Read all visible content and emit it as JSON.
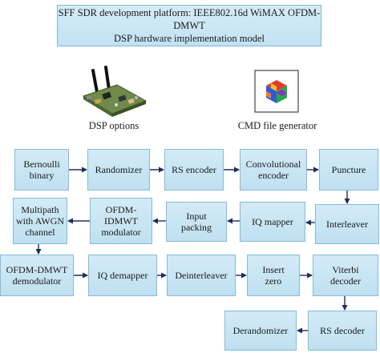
{
  "title": {
    "line1": "SFF SDR development platform: IEEE802.16d WiMAX OFDM-DMWT",
    "line2": "DSP hardware implementation model"
  },
  "dsp_options": {
    "caption": "DSP options",
    "icon": "dsp-board-icon"
  },
  "cmd_generator": {
    "caption": "CMD file generator",
    "icon": "cube-logo-icon"
  },
  "row1": {
    "bernoulli": "Bernoulli\nbinary",
    "randomizer": "Randomizer",
    "rs_encoder": "RS encoder",
    "conv_encoder": "Convolutional\nencoder",
    "puncture": "Puncture"
  },
  "row2": {
    "multipath": "Multipath\nwith AWGN\nchannel",
    "ofdm_idmwt": "OFDM-\nIDMWT\nmodulator",
    "input_packing": "Input\npacking",
    "iq_mapper": "IQ mapper",
    "interleaver": "Interleaver"
  },
  "row3": {
    "ofdm_dmwt_demod": "OFDM-DMWT\ndemodulator",
    "iq_demapper": "IQ demapper",
    "deinterleaver": "Deinterleaver",
    "insert_zero": "Insert\nzero",
    "viterbi": "Viterbi\ndecoder"
  },
  "row4": {
    "derandomizer": "Derandomizer",
    "rs_decoder": "RS decoder"
  },
  "colors": {
    "block_fill": "#c8e5f4",
    "block_border": "#86bada",
    "arrow": "#1e2d5a"
  }
}
